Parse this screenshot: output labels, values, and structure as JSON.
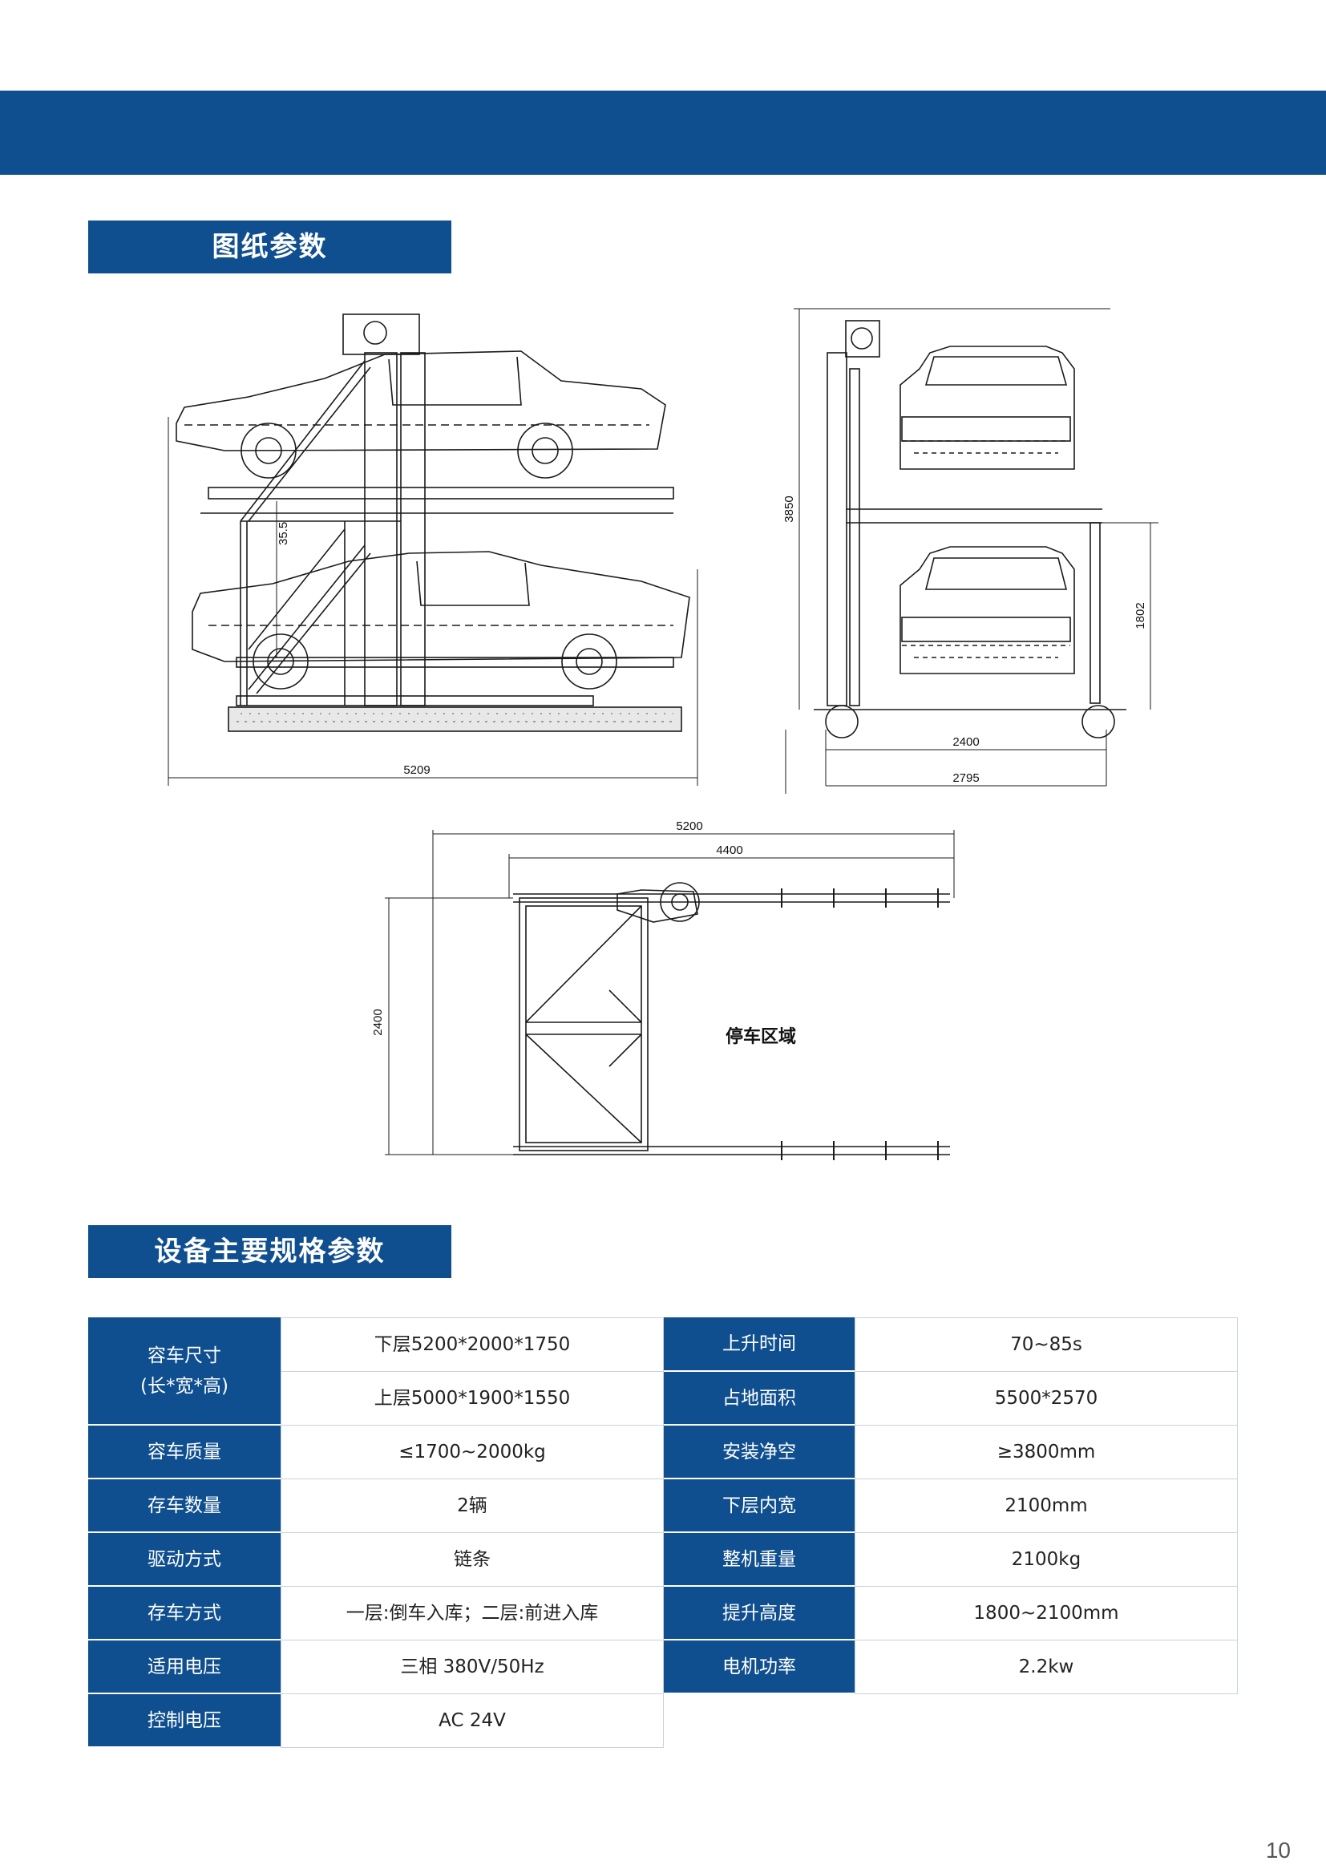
{
  "sections": {
    "drawing_title": "图纸参数",
    "spec_title": "设备主要规格参数"
  },
  "drawings": {
    "side_view": {
      "overall_length": "5209",
      "lift_height": "35.5"
    },
    "front_view": {
      "total_height": "3850",
      "platform_height": "1802",
      "inner_width": "2400",
      "outer_width": "2795"
    },
    "plan_view": {
      "overall_length": "5200",
      "track_length": "4400",
      "depth": "2400",
      "parking_area": "停车区域"
    }
  },
  "specs_left": [
    {
      "label": "容车尺寸\n(长*宽*高)",
      "values": [
        "下层5200*2000*1750",
        "上层5000*1900*1550"
      ]
    },
    {
      "label": "容车质量",
      "value": "≤1700~2000kg"
    },
    {
      "label": "存车数量",
      "value": "2辆"
    },
    {
      "label": "驱动方式",
      "value": "链条"
    },
    {
      "label": "存车方式",
      "value": "一层:倒车入库；二层:前进入库"
    },
    {
      "label": "适用电压",
      "value": "三相 380V/50Hz"
    },
    {
      "label": "控制电压",
      "value": "AC 24V"
    }
  ],
  "specs_right": [
    {
      "label": "上升时间",
      "value": "70~85s"
    },
    {
      "label": "占地面积",
      "value": "5500*2570"
    },
    {
      "label": "安装净空",
      "value": "≥3800mm"
    },
    {
      "label": "下层内宽",
      "value": "2100mm"
    },
    {
      "label": "整机重量",
      "value": "2100kg"
    },
    {
      "label": "提升高度",
      "value": "1800~2100mm"
    },
    {
      "label": "电机功率",
      "value": "2.2kw"
    }
  ],
  "page_number": "10",
  "colors": {
    "brand_blue": "#104f8f",
    "table_border": "#c9d2de"
  }
}
